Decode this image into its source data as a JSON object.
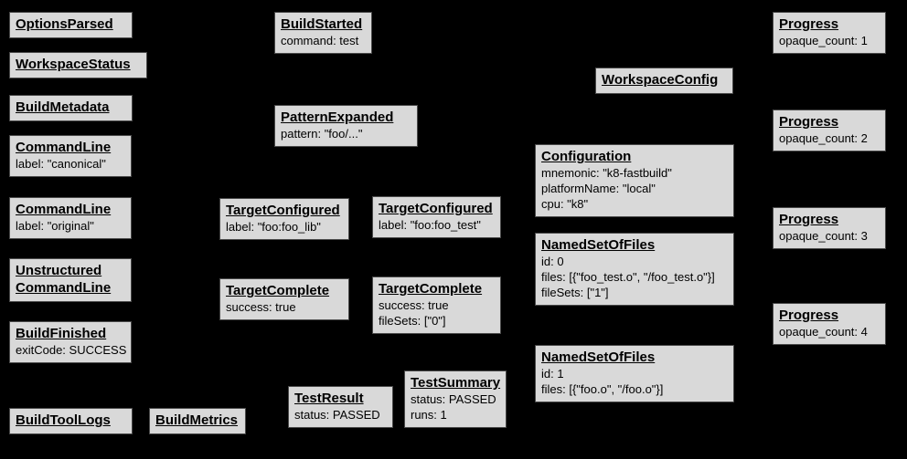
{
  "colors": {
    "background": "#000000",
    "node_fill": "#d9d9d9",
    "node_border": "#4a4a4a",
    "node_text": "#000000"
  },
  "nodes": [
    {
      "title": "OptionsParsed",
      "details": []
    },
    {
      "title": "WorkspaceStatus",
      "details": []
    },
    {
      "title": "BuildMetadata",
      "details": []
    },
    {
      "title": "CommandLine",
      "details": [
        "label: \"canonical\""
      ]
    },
    {
      "title": "CommandLine",
      "details": [
        "label: \"original\""
      ]
    },
    {
      "title": "Unstructured\nCommandLine",
      "details": []
    },
    {
      "title": "BuildFinished",
      "details": [
        "exitCode: SUCCESS"
      ]
    },
    {
      "title": "BuildToolLogs",
      "details": []
    },
    {
      "title": "BuildMetrics",
      "details": []
    },
    {
      "title": "BuildStarted",
      "details": [
        "command: test"
      ]
    },
    {
      "title": "PatternExpanded",
      "details": [
        "pattern: \"foo/...\""
      ]
    },
    {
      "title": "TargetConfigured",
      "details": [
        "label: \"foo:foo_lib\""
      ]
    },
    {
      "title": "TargetComplete",
      "details": [
        "success: true"
      ]
    },
    {
      "title": "TestResult",
      "details": [
        "status: PASSED"
      ]
    },
    {
      "title": "TargetConfigured",
      "details": [
        "label: \"foo:foo_test\""
      ]
    },
    {
      "title": "TargetComplete",
      "details": [
        "success: true",
        "fileSets: [\"0\"]"
      ]
    },
    {
      "title": "TestSummary",
      "details": [
        "status: PASSED",
        "runs: 1"
      ]
    },
    {
      "title": "WorkspaceConfig",
      "details": []
    },
    {
      "title": "Configuration",
      "details": [
        "mnemonic: \"k8-fastbuild\"",
        "platformName: \"local\"",
        "cpu: \"k8\""
      ]
    },
    {
      "title": "NamedSetOfFiles",
      "details": [
        "id: 0",
        "files: [{\"foo_test.o\", \"/foo_test.o\"}]",
        "fileSets: [\"1\"]"
      ]
    },
    {
      "title": "NamedSetOfFiles",
      "details": [
        "id: 1",
        "files: [{\"foo.o\", \"/foo.o\"}]"
      ]
    },
    {
      "title": "Progress",
      "details": [
        "opaque_count: 1"
      ]
    },
    {
      "title": "Progress",
      "details": [
        "opaque_count: 2"
      ]
    },
    {
      "title": "Progress",
      "details": [
        "opaque_count: 3"
      ]
    },
    {
      "title": "Progress",
      "details": [
        "opaque_count: 4"
      ]
    }
  ]
}
